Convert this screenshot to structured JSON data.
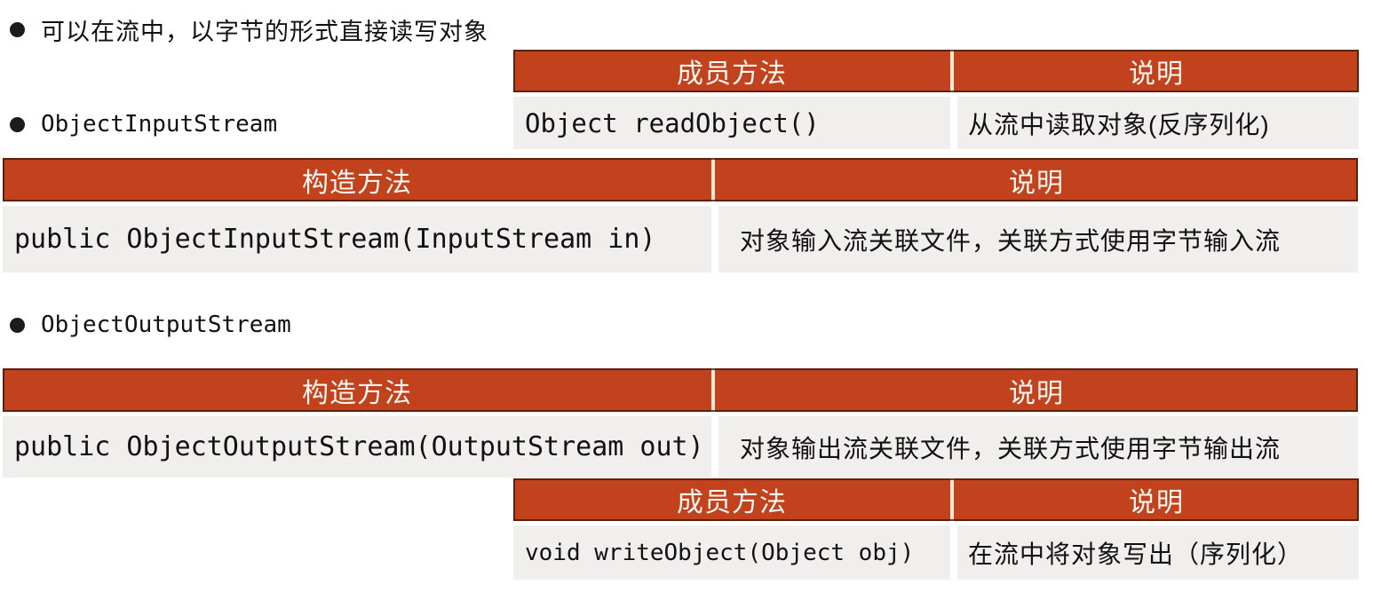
{
  "slide": {
    "bullets": [
      {
        "text": "可以在流中，以字节的形式直接读写对象"
      },
      {
        "text": "ObjectInputStream"
      },
      {
        "text": "ObjectOutputStream"
      }
    ],
    "tables": [
      {
        "name": "objectinputstream-member-methods",
        "headers": [
          "成员方法",
          "说明"
        ],
        "row": {
          "method": "Object readObject()",
          "description": "从流中读取对象(反序列化)"
        }
      },
      {
        "name": "objectinputstream-constructor",
        "headers": [
          "构造方法",
          "说明"
        ],
        "row": {
          "method": "public ObjectInputStream(InputStream in)",
          "description": "对象输入流关联文件，关联方式使用字节输入流"
        }
      },
      {
        "name": "objectoutputstream-constructor",
        "headers": [
          "构造方法",
          "说明"
        ],
        "row": {
          "method": "public ObjectOutputStream(OutputStream out)",
          "description": "对象输出流关联文件，关联方式使用字节输出流"
        }
      },
      {
        "name": "objectoutputstream-member-methods",
        "headers": [
          "成员方法",
          "说明"
        ],
        "row": {
          "method": "void writeObject(Object obj)",
          "description": "在流中将对象写出（序列化）"
        }
      }
    ],
    "colors": {
      "header_bg": "#c3421e",
      "header_text": "#fcf7f0",
      "body_bg": "#f0efed",
      "text": "#111111",
      "bullet": "#1c1c1c"
    }
  }
}
